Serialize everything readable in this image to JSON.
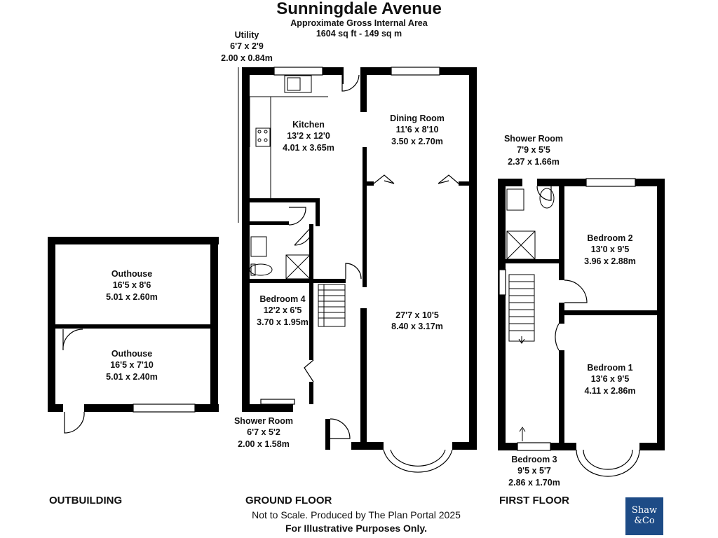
{
  "header": {
    "title": "Sunningdale Avenue",
    "subtitle": "Approximate Gross Internal Area",
    "area": "1604 sq ft - 149 sq m"
  },
  "rooms": {
    "utility": {
      "name": "Utility",
      "imperial": "6'7 x 2'9",
      "metric": "2.00 x 0.84m"
    },
    "kitchen": {
      "name": "Kitchen",
      "imperial": "13'2 x 12'0",
      "metric": "4.01 x 3.65m"
    },
    "dining": {
      "name": "Dining Room",
      "imperial": "11'6 x 8'10",
      "metric": "3.50 x 2.70m"
    },
    "living": {
      "imperial": "27'7 x 10'5",
      "metric": "8.40 x 3.17m"
    },
    "bedroom4": {
      "name": "Bedroom 4",
      "imperial": "12'2 x 6'5",
      "metric": "3.70 x 1.95m"
    },
    "shower_ground": {
      "name": "Shower Room",
      "imperial": "6'7 x 5'2",
      "metric": "2.00 x 1.58m"
    },
    "outhouse1": {
      "name": "Outhouse",
      "imperial": "16'5 x 8'6",
      "metric": "5.01 x 2.60m"
    },
    "outhouse2": {
      "name": "Outhouse",
      "imperial": "16'5 x 7'10",
      "metric": "5.01 x 2.40m"
    },
    "shower_first": {
      "name": "Shower Room",
      "imperial": "7'9 x 5'5",
      "metric": "2.37 x 1.66m"
    },
    "bedroom2": {
      "name": "Bedroom 2",
      "imperial": "13'0 x 9'5",
      "metric": "3.96 x 2.88m"
    },
    "bedroom1": {
      "name": "Bedroom 1",
      "imperial": "13'6 x 9'5",
      "metric": "4.11 x 2.86m"
    },
    "bedroom3": {
      "name": "Bedroom 3",
      "imperial": "9'5 x 5'7",
      "metric": "2.86 x 1.70m"
    }
  },
  "floors": {
    "outbuilding": "OUTBUILDING",
    "ground": "GROUND FLOOR",
    "first": "FIRST FLOOR"
  },
  "footer": {
    "line1": "Not to Scale. Produced by The Plan Portal 2025",
    "line2": "For Illustrative Purposes Only."
  },
  "logo": {
    "line1": "Shaw",
    "line2": "&Co"
  }
}
